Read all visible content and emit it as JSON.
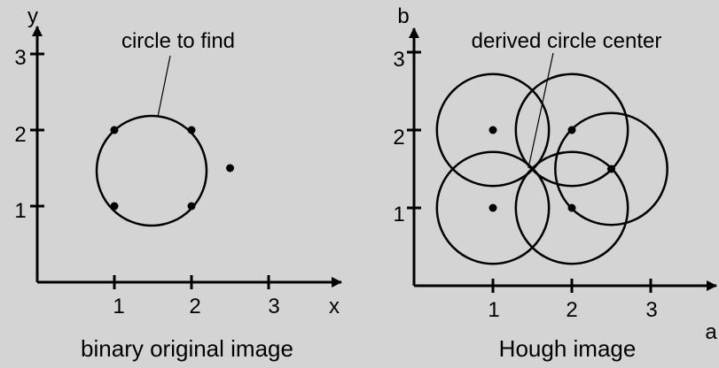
{
  "colors": {
    "background": "#d4d4d4",
    "ink": "#000000"
  },
  "left_panel": {
    "x_axis_label": "x",
    "y_axis_label": "y",
    "x_ticks": [
      "1",
      "2",
      "3"
    ],
    "y_ticks": [
      "1",
      "2",
      "3"
    ],
    "annotation": "circle to find",
    "caption": "binary original image",
    "points": [
      [
        1,
        1
      ],
      [
        2,
        1
      ],
      [
        1,
        2
      ],
      [
        2,
        2
      ],
      [
        2.5,
        1.5
      ]
    ],
    "circle": {
      "center": [
        1.5,
        1.5
      ],
      "radius": 0.71
    }
  },
  "right_panel": {
    "x_axis_label": "a",
    "y_axis_label": "b",
    "x_ticks": [
      "1",
      "2",
      "3"
    ],
    "y_ticks": [
      "1",
      "2",
      "3"
    ],
    "annotation": "derived circle center",
    "caption": "Hough image",
    "points": [
      [
        1,
        1
      ],
      [
        2,
        1
      ],
      [
        1,
        2
      ],
      [
        2,
        2
      ],
      [
        2.5,
        1.5
      ]
    ],
    "circle_radius": 0.71
  }
}
